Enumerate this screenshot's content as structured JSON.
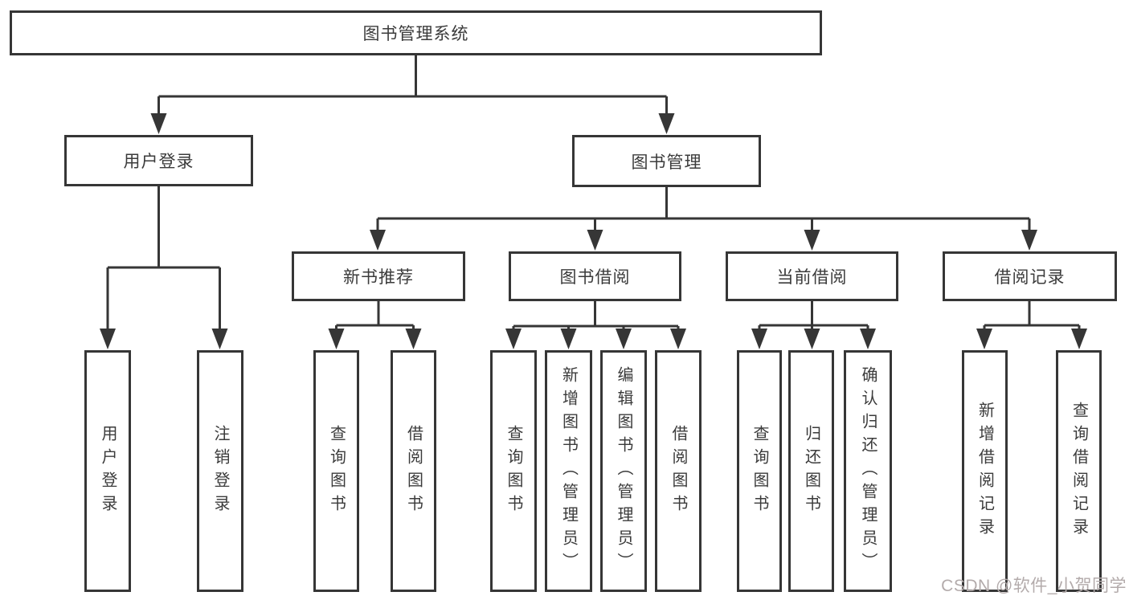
{
  "tree": {
    "label": "图书管理系统",
    "children": [
      {
        "label": "用户登录",
        "children": [
          {
            "label": "用户登录"
          },
          {
            "label": "注销登录"
          }
        ]
      },
      {
        "label": "图书管理",
        "children": [
          {
            "label": "新书推荐",
            "children": [
              {
                "label": "查询图书"
              },
              {
                "label": "借阅图书"
              }
            ]
          },
          {
            "label": "图书借阅",
            "children": [
              {
                "label": "查询图书"
              },
              {
                "label": "新增图书（管理员）"
              },
              {
                "label": "编辑图书（管理员）"
              },
              {
                "label": "借阅图书"
              }
            ]
          },
          {
            "label": "当前借阅",
            "children": [
              {
                "label": "查询图书"
              },
              {
                "label": "归还图书"
              },
              {
                "label": "确认归还（管理员）"
              }
            ]
          },
          {
            "label": "借阅记录",
            "children": [
              {
                "label": "新增借阅记录"
              },
              {
                "label": "查询借阅记录"
              }
            ]
          }
        ]
      }
    ]
  },
  "watermark": "CSDN @软件_小贺同学",
  "colors": {
    "line": "#363636",
    "text": "#3b3b3b",
    "box_fill": "#ffffff",
    "background": "#ffffff",
    "watermark": "#b3abab"
  }
}
